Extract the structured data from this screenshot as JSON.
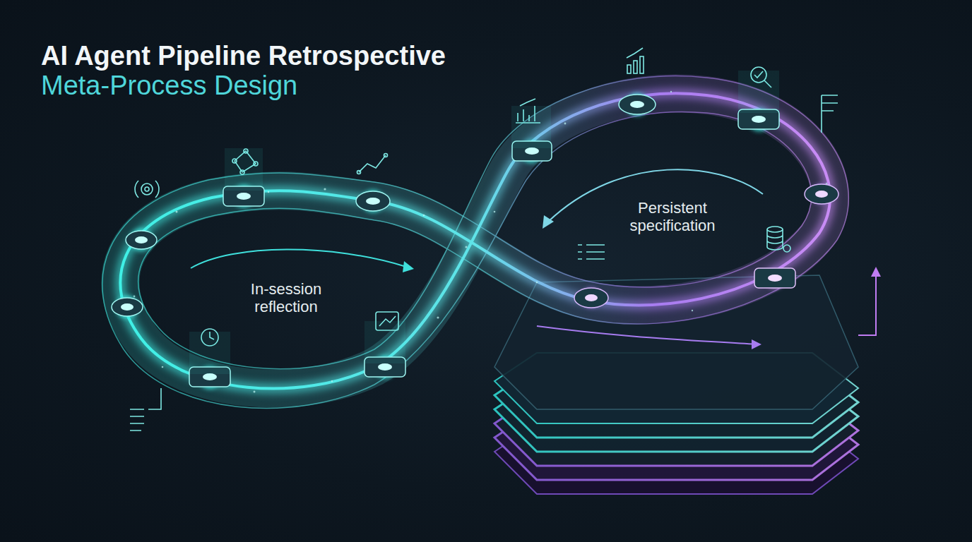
{
  "diagram": {
    "title": "AI Agent Pipeline Retrospective",
    "labels": [
      "Meta-Process Design",
      "In-session reflection",
      "Persistent specification"
    ]
  }
}
